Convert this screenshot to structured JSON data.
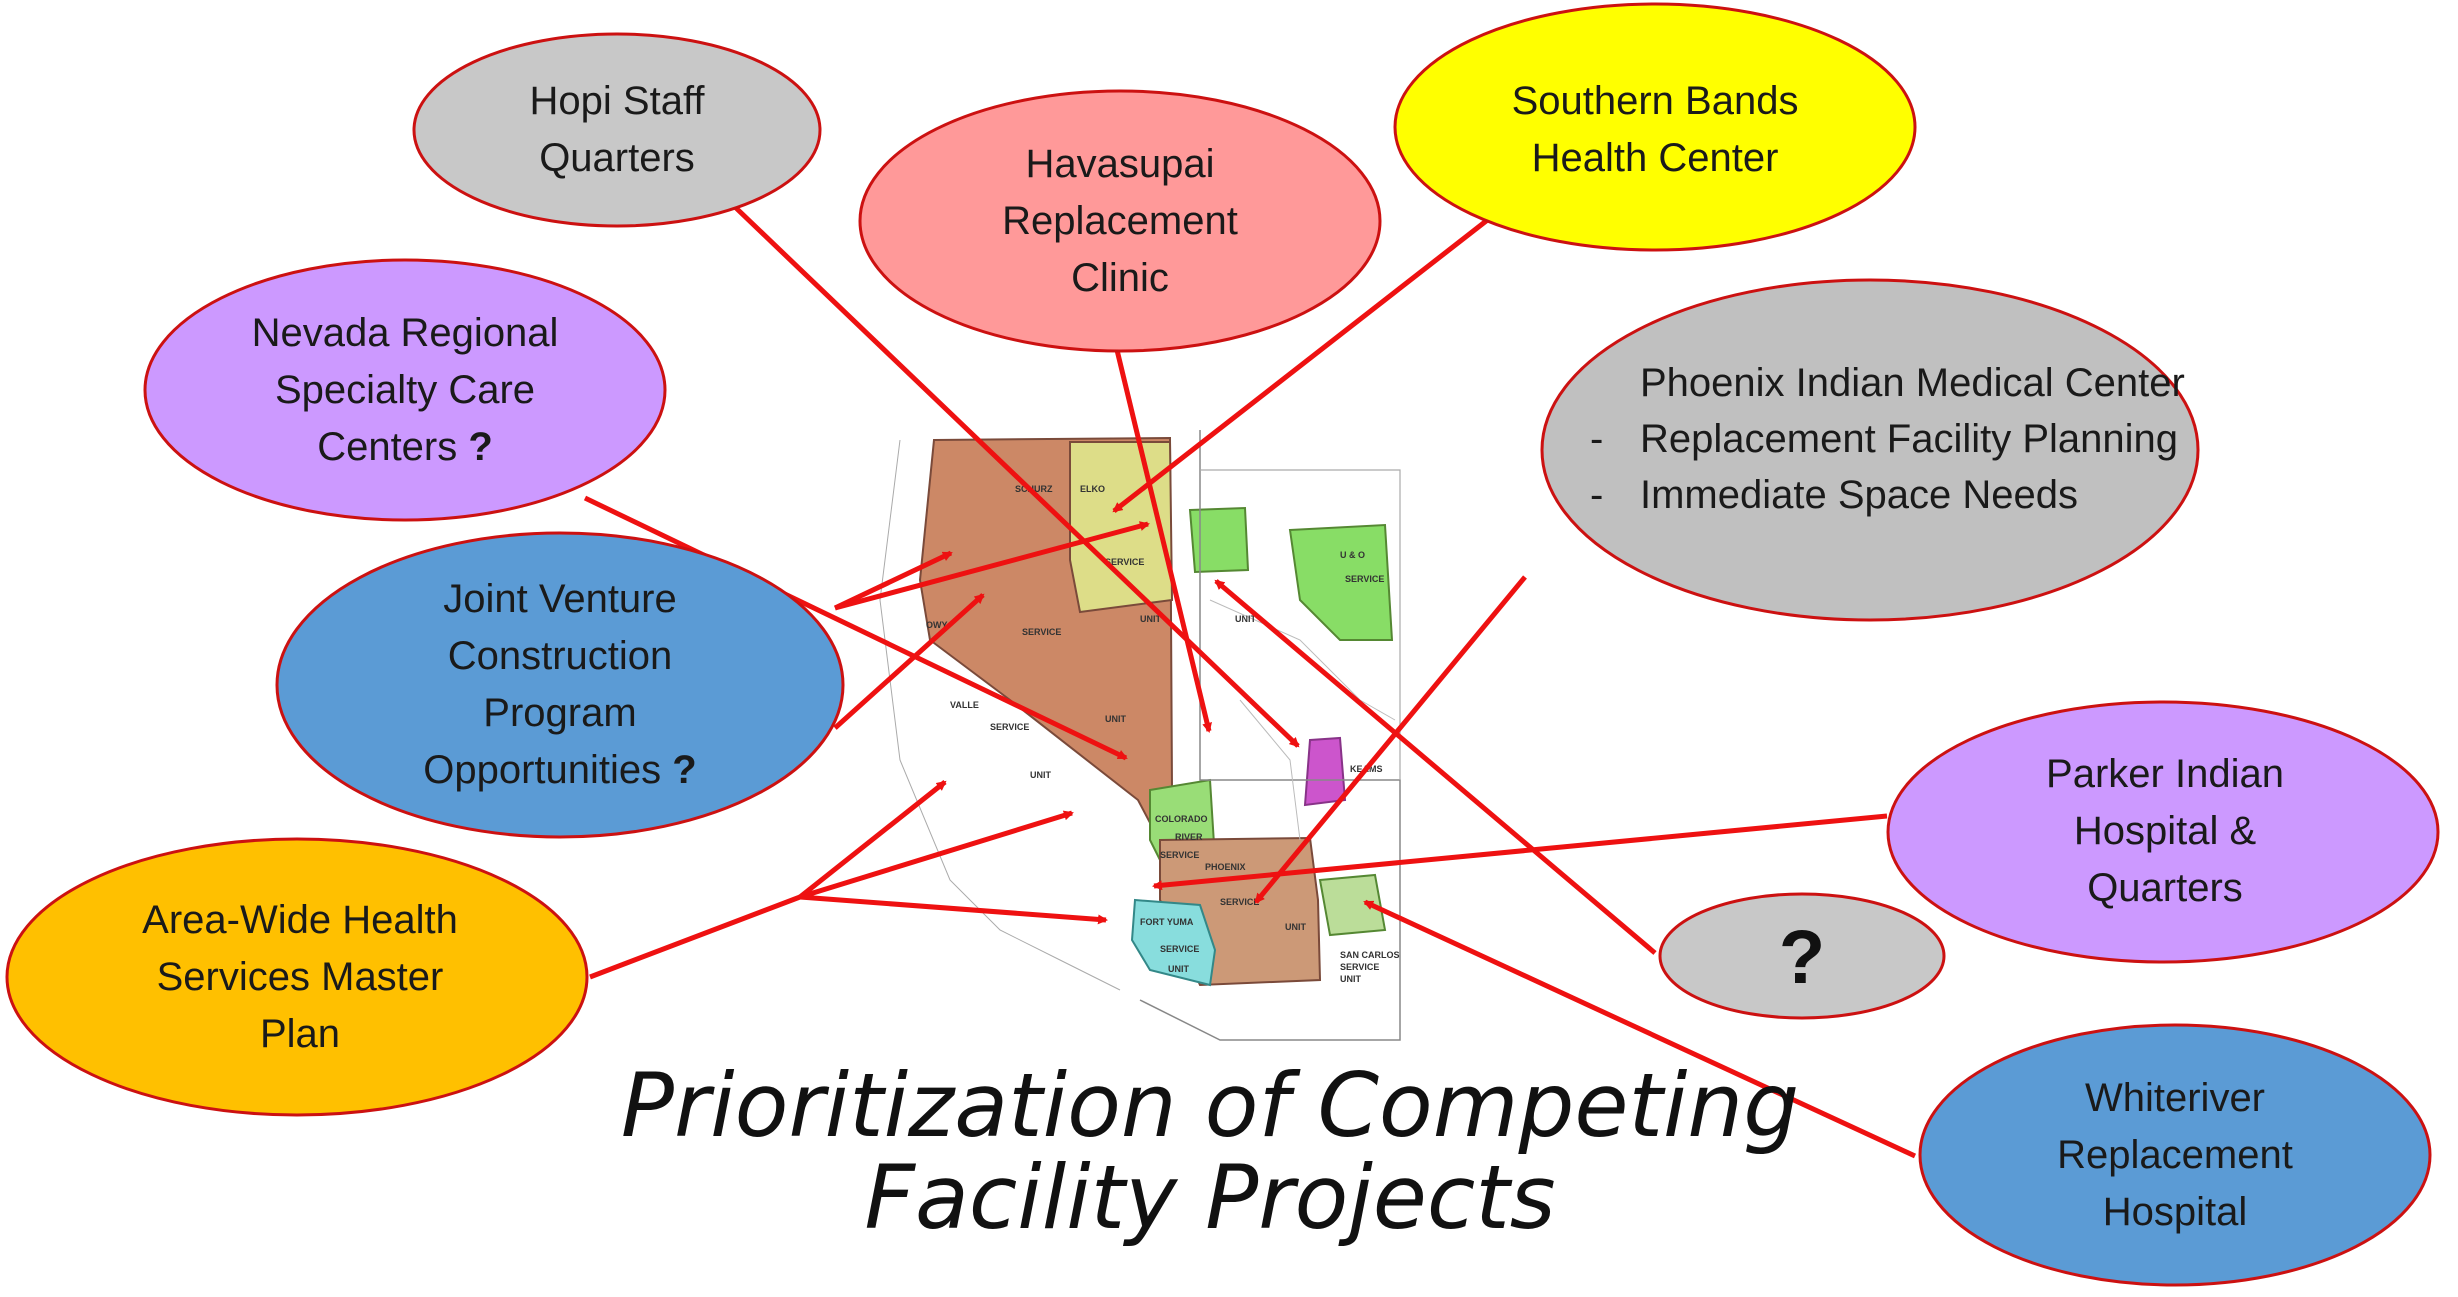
{
  "title": {
    "line1": "Prioritization of Competing",
    "line2": "Facility Projects"
  },
  "bubbles": {
    "hopi": {
      "line1": "Hopi Staff",
      "line2": "Quarters",
      "color": "#c8c8c8"
    },
    "havasupai": {
      "line1": "Havasupai",
      "line2": "Replacement",
      "line3": "Clinic",
      "color": "#ff9999"
    },
    "southern": {
      "line1": "Southern Bands",
      "line2": "Health Center",
      "color": "#ffff00"
    },
    "nevada": {
      "line1": "Nevada Regional",
      "line2": "Specialty Care",
      "line3": "Centers",
      "mark": "?",
      "color": "#cc99ff"
    },
    "phoenix": {
      "head": "Phoenix Indian Medical Center",
      "dash": "-",
      "item1": "Replacement Facility Planning",
      "item2": "Immediate Space Needs",
      "color": "#c0c0c0"
    },
    "joint": {
      "line1": "Joint Venture",
      "line2": "Construction",
      "line3": "Program",
      "line4": "Opportunities",
      "mark": "?",
      "color": "#5b9bd5"
    },
    "parker": {
      "line1": "Parker Indian",
      "line2": "Hospital &",
      "line3": "Quarters",
      "color": "#cc99ff"
    },
    "question": {
      "mark": "?",
      "color": "#c8c8c8"
    },
    "areawide": {
      "line1": "Area-Wide Health",
      "line2": "Services Master",
      "line3": "Plan",
      "color": "#ffc000"
    },
    "whiteriver": {
      "line1": "Whiteriver",
      "line2": "Replacement",
      "line3": "Hospital",
      "color": "#5b9bd5"
    }
  },
  "map_labels": {
    "schurz": "SCHURZ",
    "elko": "ELKO",
    "service1": "SERVICE",
    "unit1": "UNIT",
    "service2": "SERVICE",
    "owyhee": "OWY",
    "valley": "VALLE",
    "service3": "SERVICE",
    "unit2": "UNIT",
    "unit3": "UNIT",
    "colorado": "COLORADO",
    "river": "RIVER",
    "service4": "SERVICE",
    "phoenix": "PHOENIX",
    "service5": "SERVICE",
    "unit4": "UNIT",
    "fortyuma": "FORT YUMA",
    "service6": "SERVICE",
    "unit5": "UNIT",
    "sancarlos": "SAN CARLOS",
    "service7": "SERVICE",
    "unit6": "UNIT",
    "uao": "U & O",
    "service8": "SERVICE",
    "unit7": "UNIT",
    "keams": "KEAMS"
  },
  "colors": {
    "arrow": "#ee1111",
    "outline": "#cc1111"
  }
}
